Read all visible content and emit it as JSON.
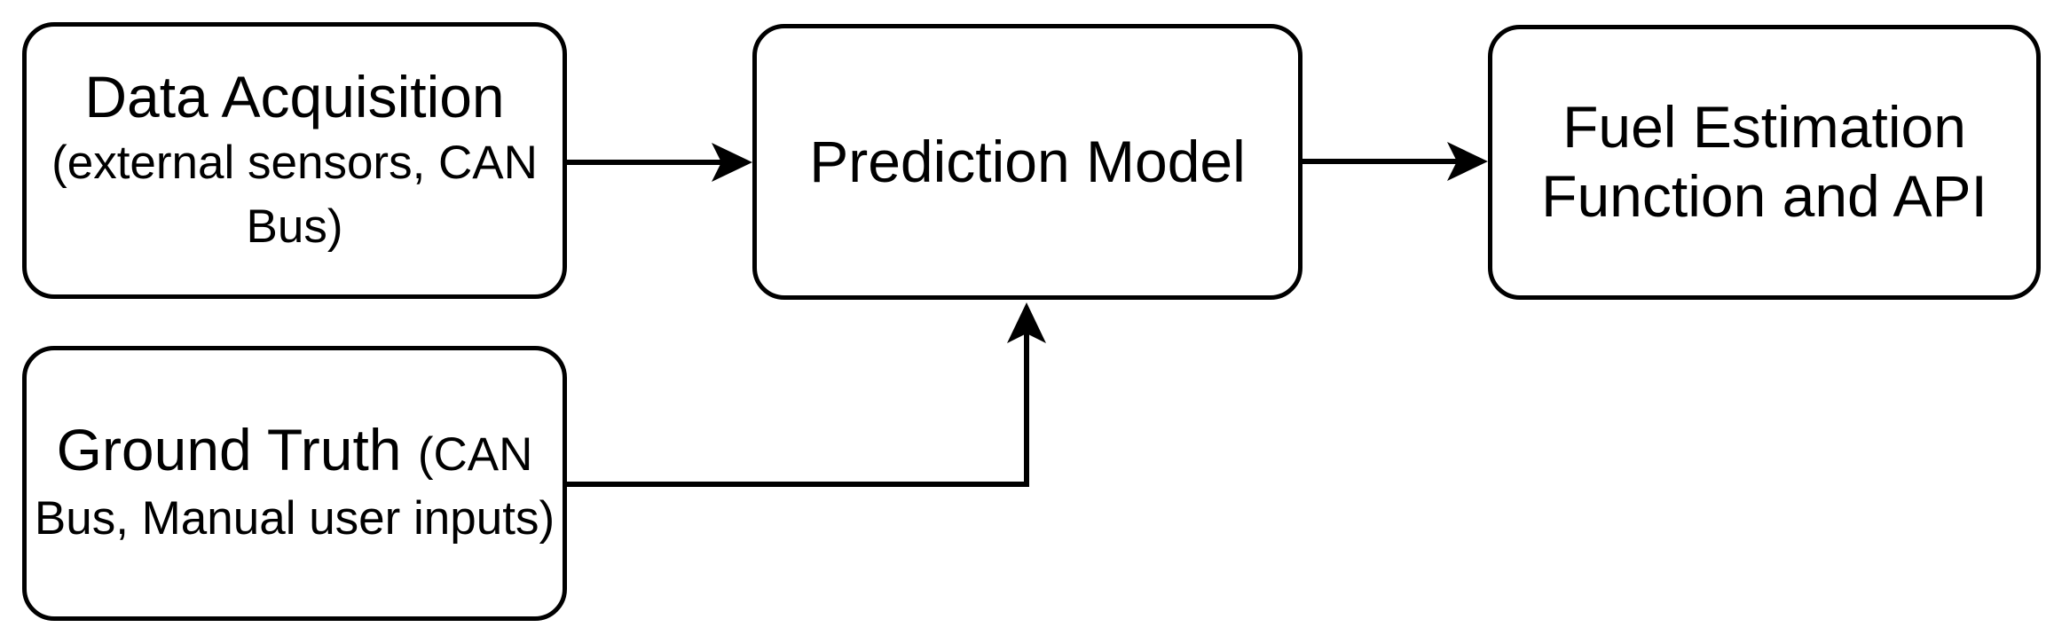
{
  "diagram": {
    "background_color": "#ffffff",
    "stroke_color": "#000000",
    "nodes": {
      "data_acquisition": {
        "title": "Data Acquisition",
        "subtitle_line1": "(external sensors, CAN",
        "subtitle_line2": "Bus)"
      },
      "ground_truth": {
        "title": "Ground Truth ",
        "subtitle_part1": "(CAN",
        "subtitle_line2": "Bus, Manual user inputs)"
      },
      "prediction_model": {
        "title": "Prediction Model"
      },
      "fuel_estimation": {
        "title_line1": "Fuel Estimation",
        "title_line2": "Function and API"
      }
    },
    "edges": [
      {
        "from": "Data Acquisition",
        "to": "Prediction Model",
        "shape": "straight-right-arrow"
      },
      {
        "from": "Ground Truth",
        "to": "Prediction Model",
        "shape": "elbow-up-arrow"
      },
      {
        "from": "Prediction Model",
        "to": "Fuel Estimation Function and API",
        "shape": "straight-right-arrow"
      }
    ]
  }
}
